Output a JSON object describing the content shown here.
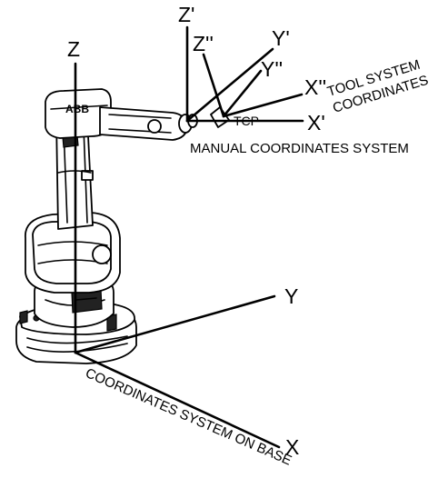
{
  "labels": {
    "base": {
      "z": "Z",
      "y": "Y",
      "x": "X",
      "title": "COORDINATES SYSTEM ON BASE"
    },
    "manual": {
      "z": "Z'",
      "y": "Y'",
      "x": "X'",
      "title": "MANUAL COORDINATES SYSTEM"
    },
    "tool": {
      "z": "Z''",
      "y": "Y''",
      "x": "X''",
      "title_line1": "TOOL SYSTEM",
      "title_line2": "COORDINATES"
    },
    "tcp": "TCP",
    "brand": "ABB"
  }
}
